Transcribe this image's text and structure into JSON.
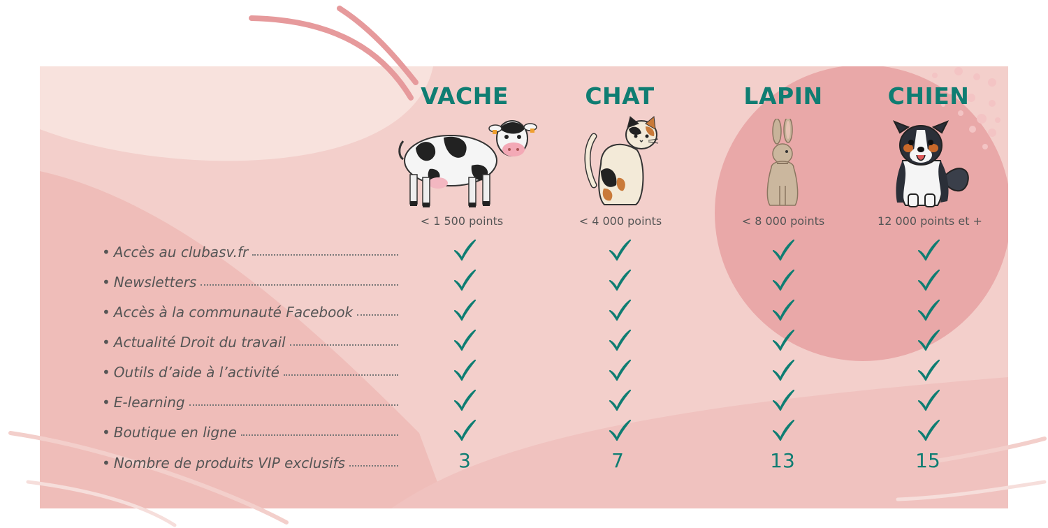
{
  "colors": {
    "accent_teal": "#0f7d72",
    "panel_light": "#f5d5d2",
    "panel_mid": "#efc0bd",
    "circle_right": "#e9a8a8",
    "text_grey": "#555555"
  },
  "tiers": [
    {
      "name": "VACHE",
      "points": "< 1 500 points",
      "animal_icon": "cow-icon",
      "vip_products": "3"
    },
    {
      "name": "CHAT",
      "points": "< 4 000 points",
      "animal_icon": "cat-icon",
      "vip_products": "7"
    },
    {
      "name": "LAPIN",
      "points": "< 8 000 points",
      "animal_icon": "rabbit-icon",
      "vip_products": "13"
    },
    {
      "name": "CHIEN",
      "points": "12 000 points et +",
      "animal_icon": "dog-icon",
      "vip_products": "15"
    }
  ],
  "features": [
    {
      "bullet": "•",
      "label": "Accès au clubasv.fr",
      "tiers_included": [
        true,
        true,
        true,
        true
      ]
    },
    {
      "bullet": "•",
      "label": "Newsletters",
      "tiers_included": [
        true,
        true,
        true,
        true
      ]
    },
    {
      "bullet": "•",
      "label": "Accès à la communauté Facebook",
      "tiers_included": [
        true,
        true,
        true,
        true
      ]
    },
    {
      "bullet": "•",
      "label": "Actualité Droit du travail",
      "tiers_included": [
        true,
        true,
        true,
        true
      ]
    },
    {
      "bullet": "•",
      "label": "Outils d’aide à l’activité",
      "tiers_included": [
        true,
        true,
        true,
        true
      ]
    },
    {
      "bullet": "•",
      "label": "E-learning",
      "tiers_included": [
        true,
        true,
        true,
        true
      ]
    },
    {
      "bullet": "•",
      "label": "Boutique en ligne",
      "tiers_included": [
        true,
        true,
        true,
        true
      ]
    }
  ],
  "vip_row": {
    "bullet": "•",
    "label": "Nombre de produits VIP exclusifs"
  },
  "check_icon": "checkmark-icon"
}
